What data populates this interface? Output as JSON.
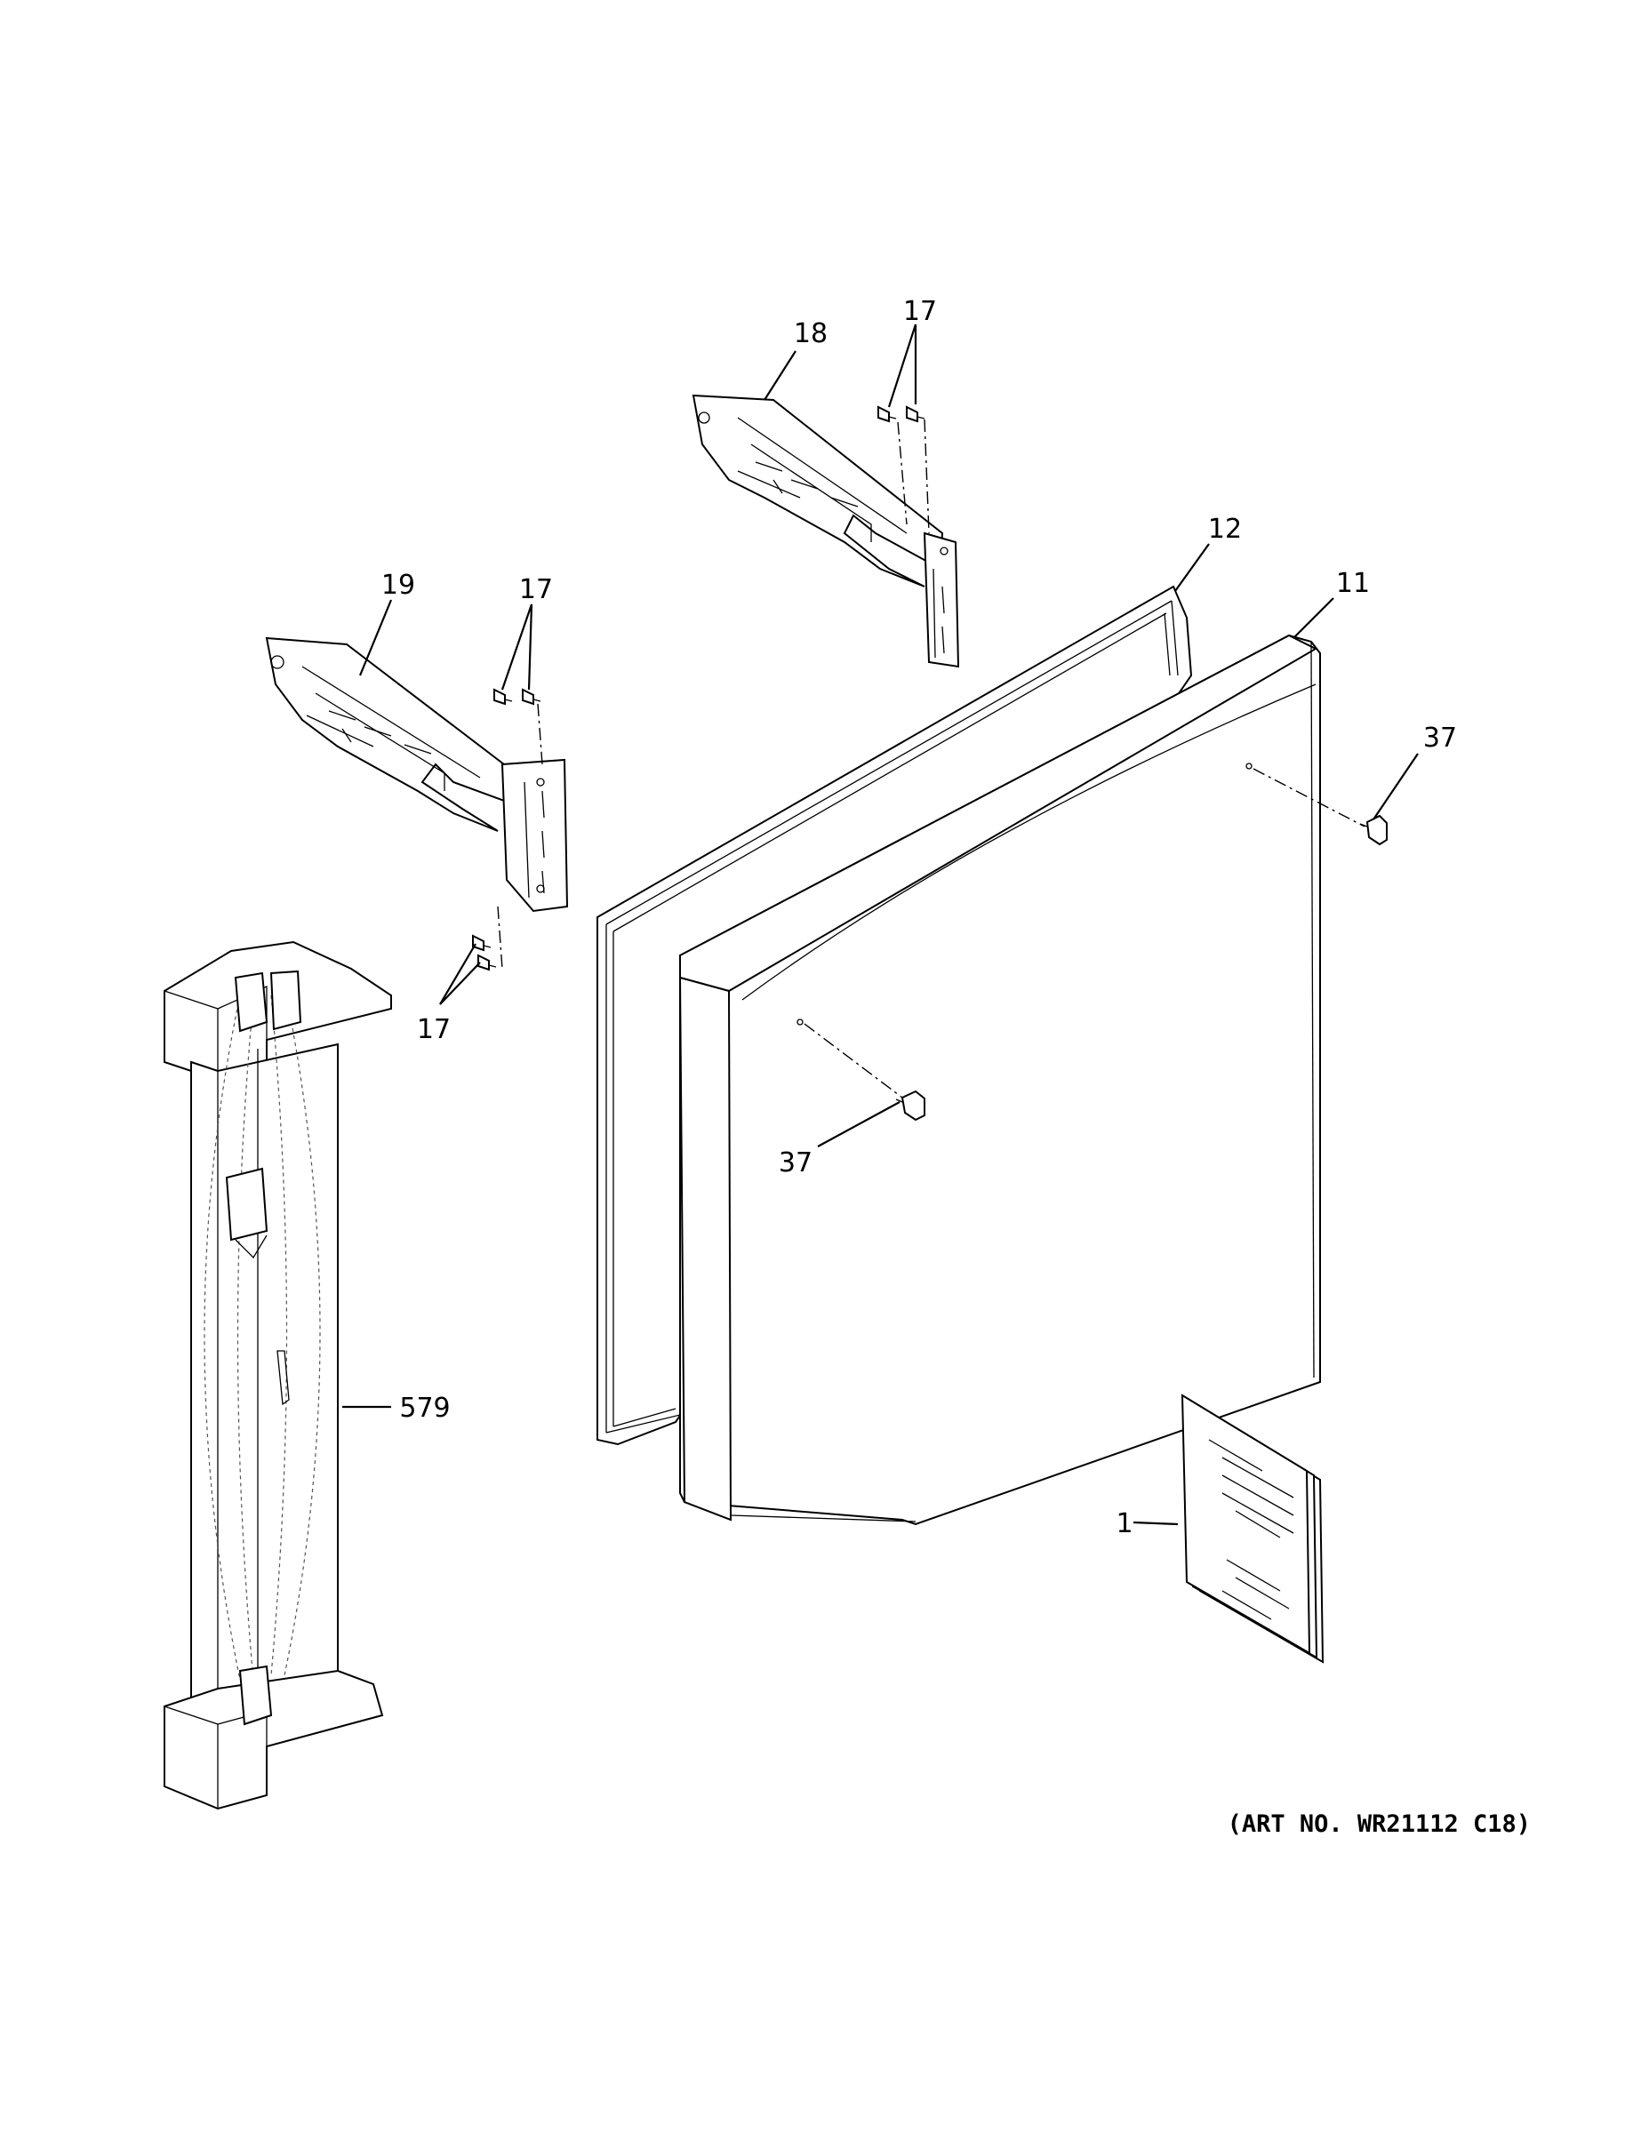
{
  "callouts": {
    "c17_top": "17",
    "c18": "18",
    "c12": "12",
    "c11": "11",
    "c19": "19",
    "c17_mid": "17",
    "c37_right": "37",
    "c17_low": "17",
    "c37_left": "37",
    "c579": "579",
    "c1": "1"
  },
  "art_number": "(ART NO. WR21112 C18)",
  "colors": {
    "line": "#000000",
    "background": "#ffffff"
  }
}
